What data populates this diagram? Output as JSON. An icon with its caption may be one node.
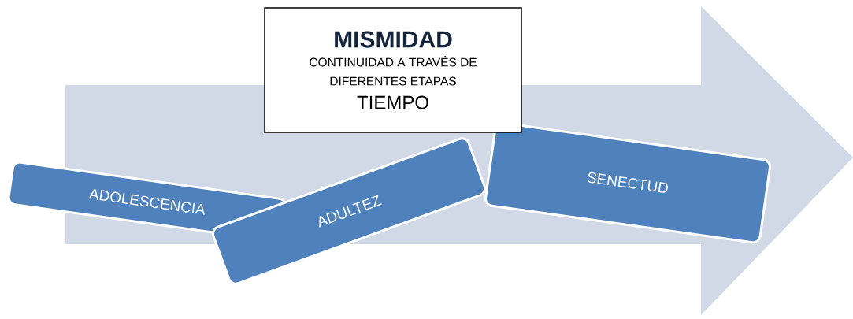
{
  "diagram": {
    "nodes": [
      {
        "text": [
          "MISMIDAD",
          "CONTINUIDAD A TRAVÉS DE DIFERENTES ETAPAS",
          "TIEMPO"
        ]
      },
      {
        "text": [
          "ADOLESCENCIA"
        ]
      },
      {
        "text": [
          "ADULTEZ"
        ]
      },
      {
        "text": [
          "SENECTUD"
        ]
      }
    ]
  }
}
